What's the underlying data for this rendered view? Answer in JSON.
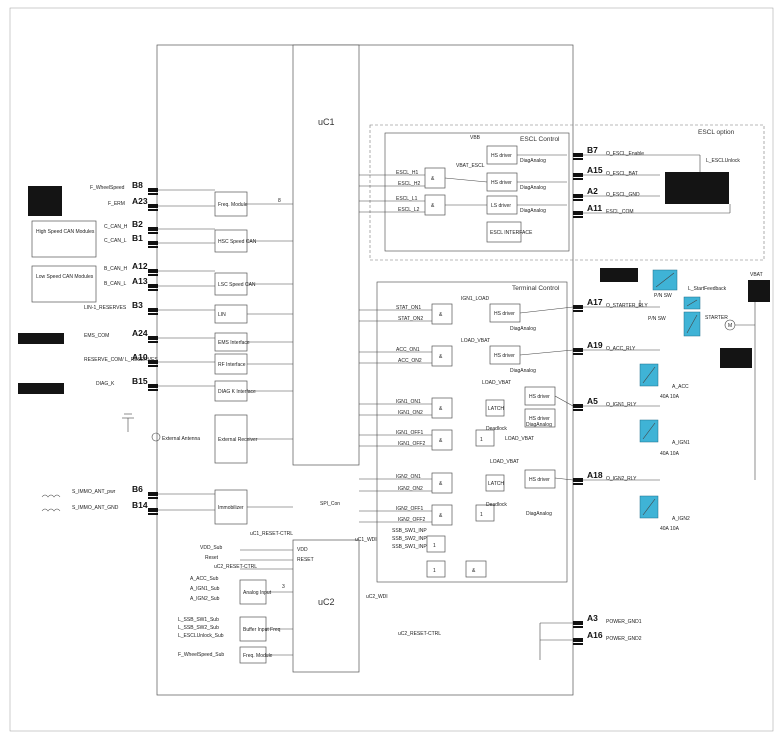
{
  "core": {
    "uc1": "uC1",
    "uc2": "uC2"
  },
  "sections": {
    "escl_option": "ESCL option",
    "escl_control": "ESCL  Control",
    "terminal_control": "Terminal Control"
  },
  "left_pins": [
    {
      "pin": "B8",
      "signal": "F_WheelSpeed"
    },
    {
      "pin": "A23",
      "signal": "F_ERM"
    },
    {
      "pin": "B2",
      "signal": "C_CAN_H"
    },
    {
      "pin": "B1",
      "signal": "C_CAN_L"
    },
    {
      "pin": "A12",
      "signal": "B_CAN_H"
    },
    {
      "pin": "A13",
      "signal": "B_CAN_L"
    },
    {
      "pin": "B3",
      "signal": "LIN-1_RESERVES"
    },
    {
      "pin": "A24",
      "signal": "EMS_COM"
    },
    {
      "pin": "A10",
      "signal": "RESERVE_COM/ L_RESERVES"
    },
    {
      "pin": "B15",
      "signal": "DIAG_K"
    },
    {
      "pin": "B6",
      "signal": "S_IMMO_ANT_pwr"
    },
    {
      "pin": "B14",
      "signal": "S_IMMO_ANT_GND"
    }
  ],
  "can_modules": [
    "High Speed CAN Modules",
    "Low Speed CAN Modules"
  ],
  "antenna": "External Antenna",
  "interface_blocks": [
    "Freq. Module",
    "HSC Speed CAN",
    "LSC Speed CAN",
    "LIN",
    "EMS Interface",
    "RF Interface",
    "DIAG K Interface",
    "External Receiver",
    "Immobilizer"
  ],
  "escl": {
    "pins": [
      {
        "pin": "B7",
        "signal": "O_ESCL_Enable"
      },
      {
        "pin": "A15",
        "signal": "O_ESCL_BAT"
      },
      {
        "pin": "A2",
        "signal": "O_ESCL_GND"
      },
      {
        "pin": "A11",
        "signal": "ESCL_COM"
      }
    ],
    "labels": [
      "VBB",
      "VBAT_ESCL",
      "ESCL_H1",
      "ESCL_H2",
      "ESCL_L1",
      "ESCL_L2",
      "HS driver",
      "HS driver",
      "LS driver",
      "ESCL INTERFACE",
      "DiagAnalog"
    ],
    "unlock": "L_ESCLUnlock"
  },
  "terminal": {
    "pins": [
      {
        "pin": "A17",
        "signal": "O_STARTER_RLY"
      },
      {
        "pin": "A19",
        "signal": "O_ACC_RLY"
      },
      {
        "pin": "A5",
        "signal": "O_IGN1_RLY"
      },
      {
        "pin": "A18",
        "signal": "O_IGN2_RLY"
      }
    ],
    "inputs": [
      "STAT_ON1",
      "STAT_ON2",
      "ACC_ON1",
      "ACC_ON2",
      "IGN1_ON1",
      "IGN1_ON2",
      "IGN1_OFF1",
      "IGN1_OFF2",
      "IGN2_ON1",
      "IGN2_ON2",
      "IGN2_OFF1",
      "IGN2_OFF2"
    ],
    "loads": [
      "IGN1_LOAD",
      "LOAD_VBAT",
      "LOAD_VBAT",
      "LOAD_VBAT",
      "LOAD_VBAT"
    ],
    "drivers": [
      "HS driver",
      "HS driver",
      "HS driver",
      "HS driver",
      "HS driver"
    ],
    "misc": [
      "DiagAnalog",
      "LATCH",
      "LATCH",
      "Deadlock",
      "Deadlock"
    ],
    "relays": [
      "P/N SW",
      "P/N SW",
      "STARTER",
      "A_ACC",
      "A_IGN1",
      "A_IGN2"
    ],
    "fuses": [
      "40A 10A",
      "40A 10A",
      "40A 10A"
    ],
    "start_feedback": "L_StartFeedback",
    "vbat": "VBAT"
  },
  "uc2": {
    "inputs": [
      "VDD_Sub",
      "Reset",
      "uC2_RESET-CTRL",
      "A_ACC_Sub",
      "A_IGN1_Sub",
      "A_IGN2_Sub",
      "L_SSB_SW1_Sub",
      "L_SSB_SW2_Sub",
      "L_ESCLUnlock_Sub",
      "F_WheelSpeed_Sub"
    ],
    "pins": [
      "VDD",
      "RESET",
      "SPI_Con",
      "uC1_RESET-CTRL",
      "uC1_WDI",
      "uC2_WDI",
      "uC2_RESET-CTRL"
    ],
    "blocks": [
      "Analog Input",
      "Buffer Input Freq",
      "Freq. Module"
    ],
    "signals": [
      "SSB_SW1_INP",
      "SSB_SW2_INP",
      "SSB_SW1_INP"
    ]
  },
  "power": [
    {
      "pin": "A3",
      "signal": "POWER_GND1"
    },
    {
      "pin": "A16",
      "signal": "POWER_GND2"
    }
  ],
  "misc_labels": {
    "bus_count_8": "8",
    "bus_count_3": "3"
  }
}
